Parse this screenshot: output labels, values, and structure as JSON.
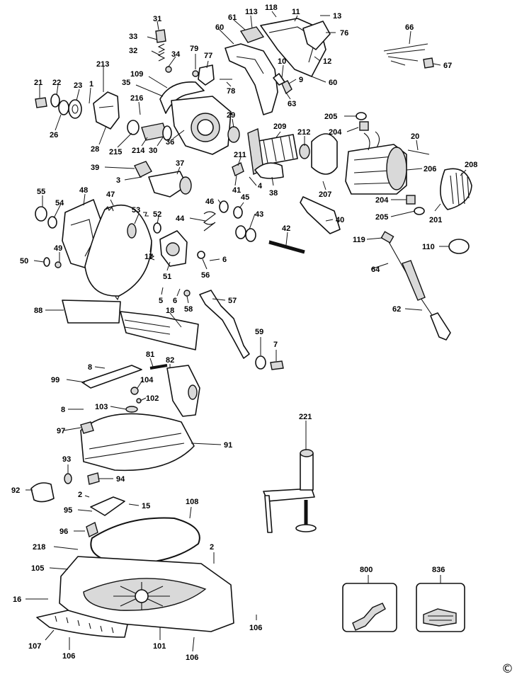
{
  "callouts": [
    {
      "label": "31"
    },
    {
      "label": "33"
    },
    {
      "label": "32"
    },
    {
      "label": "34"
    },
    {
      "label": "79"
    },
    {
      "label": "77"
    },
    {
      "label": "61"
    },
    {
      "label": "113"
    },
    {
      "label": "118"
    },
    {
      "label": "11"
    },
    {
      "label": "13"
    },
    {
      "label": "76"
    },
    {
      "label": "60"
    },
    {
      "label": "60"
    },
    {
      "label": "12"
    },
    {
      "label": "10"
    },
    {
      "label": "9"
    },
    {
      "label": "63"
    },
    {
      "label": "66"
    },
    {
      "label": "67"
    },
    {
      "label": "213"
    },
    {
      "label": "109"
    },
    {
      "label": "35"
    },
    {
      "label": "78"
    },
    {
      "label": "21"
    },
    {
      "label": "22"
    },
    {
      "label": "23"
    },
    {
      "label": "1"
    },
    {
      "label": "26"
    },
    {
      "label": "216"
    },
    {
      "label": "28"
    },
    {
      "label": "215"
    },
    {
      "label": "214"
    },
    {
      "label": "30"
    },
    {
      "label": "36"
    },
    {
      "label": "29"
    },
    {
      "label": "209"
    },
    {
      "label": "212"
    },
    {
      "label": "205"
    },
    {
      "label": "204"
    },
    {
      "label": "20"
    },
    {
      "label": "208"
    },
    {
      "label": "206"
    },
    {
      "label": "211"
    },
    {
      "label": "37"
    },
    {
      "label": "39"
    },
    {
      "label": "3"
    },
    {
      "label": "4"
    },
    {
      "label": "41"
    },
    {
      "label": "38"
    },
    {
      "label": "207"
    },
    {
      "label": "204"
    },
    {
      "label": "205"
    },
    {
      "label": "201"
    },
    {
      "label": "55"
    },
    {
      "label": "48"
    },
    {
      "label": "47"
    },
    {
      "label": "54"
    },
    {
      "label": "53"
    },
    {
      "label": "52"
    },
    {
      "label": "46"
    },
    {
      "label": "45"
    },
    {
      "label": "44"
    },
    {
      "label": "43"
    },
    {
      "label": "40"
    },
    {
      "label": "42"
    },
    {
      "label": "119"
    },
    {
      "label": "110"
    },
    {
      "label": "49"
    },
    {
      "label": "50"
    },
    {
      "label": "17"
    },
    {
      "label": "51"
    },
    {
      "label": "56"
    },
    {
      "label": "6"
    },
    {
      "label": "64"
    },
    {
      "label": "5"
    },
    {
      "label": "6"
    },
    {
      "label": "58"
    },
    {
      "label": "57"
    },
    {
      "label": "62"
    },
    {
      "label": "88"
    },
    {
      "label": "18"
    },
    {
      "label": "59"
    },
    {
      "label": "7"
    },
    {
      "label": "81"
    },
    {
      "label": "8"
    },
    {
      "label": "82"
    },
    {
      "label": "99"
    },
    {
      "label": "104"
    },
    {
      "label": "8"
    },
    {
      "label": "103"
    },
    {
      "label": "102"
    },
    {
      "label": "97"
    },
    {
      "label": "91"
    },
    {
      "label": "221"
    },
    {
      "label": "93"
    },
    {
      "label": "92"
    },
    {
      "label": "94"
    },
    {
      "label": "2"
    },
    {
      "label": "15"
    },
    {
      "label": "95"
    },
    {
      "label": "108"
    },
    {
      "label": "96"
    },
    {
      "label": "218"
    },
    {
      "label": "2"
    },
    {
      "label": "105"
    },
    {
      "label": "800"
    },
    {
      "label": "836"
    },
    {
      "label": "16"
    },
    {
      "label": "106"
    },
    {
      "label": "107"
    },
    {
      "label": "106"
    },
    {
      "label": "101"
    },
    {
      "label": "106"
    }
  ],
  "copyright_symbol": "©"
}
